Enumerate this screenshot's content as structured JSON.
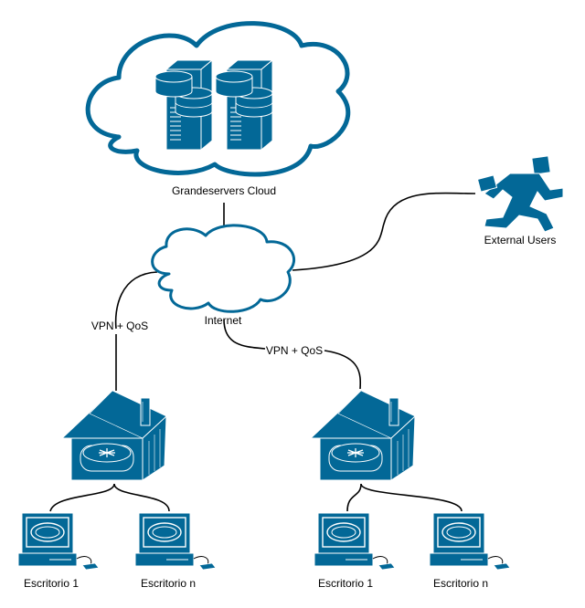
{
  "diagram": {
    "nodes": {
      "cloud_servers": {
        "label": "Grandeservers Cloud",
        "icon": "server-cloud-icon"
      },
      "internet": {
        "label": "Internet",
        "icon": "internet-cloud-icon"
      },
      "external_users": {
        "label": "External Users",
        "icon": "running-person-icon"
      },
      "office_left": {
        "icon": "home-router-icon",
        "desktops": [
          {
            "label": "Escritorio 1",
            "icon": "desktop-computer-icon"
          },
          {
            "label": "Escritorio n",
            "icon": "desktop-computer-icon"
          }
        ]
      },
      "office_right": {
        "icon": "home-router-icon",
        "desktops": [
          {
            "label": "Escritorio 1",
            "icon": "desktop-computer-icon"
          },
          {
            "label": "Escritorio n",
            "icon": "desktop-computer-icon"
          }
        ]
      }
    },
    "links": {
      "vpn_left": "VPN + QoS",
      "vpn_right": "VPN + QoS"
    },
    "colors": {
      "icon_fill": "#036897",
      "icon_light": "#ffffff",
      "line": "#000000"
    }
  }
}
